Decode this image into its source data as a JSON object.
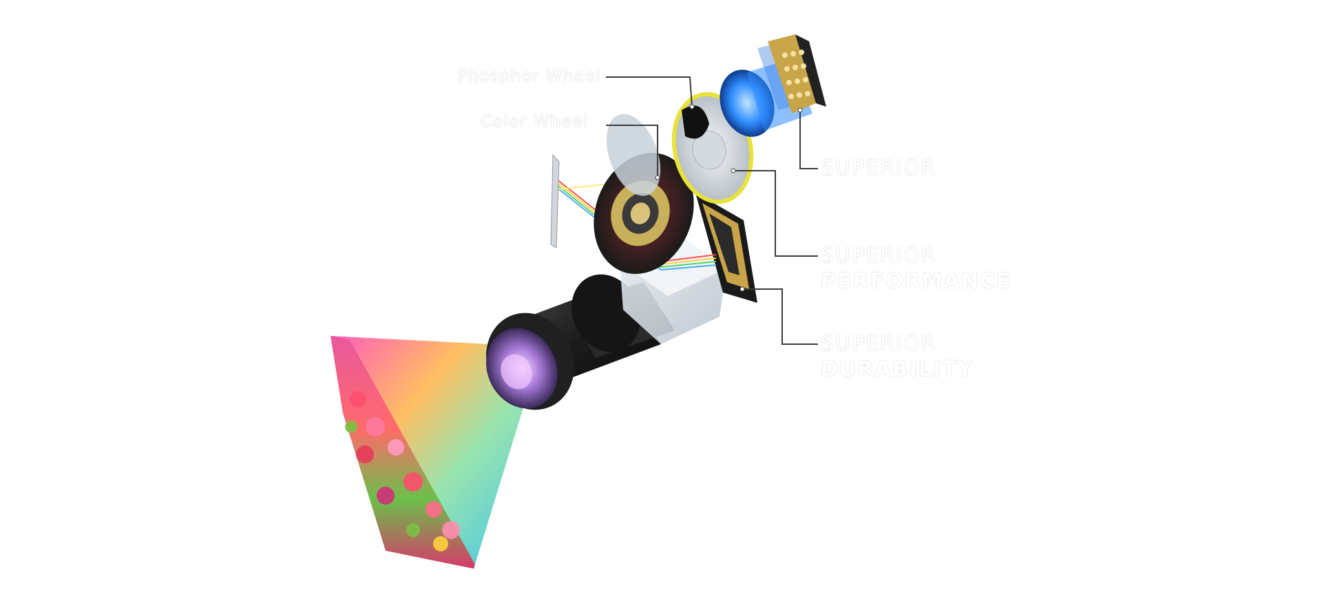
{
  "labels": {
    "phosphor_wheel": "Phosphor Wheel",
    "color_wheel": "Color Wheel",
    "superior_1_line1": "SUPERIOR",
    "superior_2_line1": "SUPERIOR",
    "superior_2_line2": "PERFORMANCE",
    "superior_3_line1": "SUPERIOR",
    "superior_3_line2": "DURABILITY"
  },
  "colors": {
    "label_text": "#ffffff",
    "leader_line": "#3a3a3a",
    "phosphor_ring": "#e8e23a",
    "laser_blue": "#2f8cff",
    "dmd_gold": "#c9a54a"
  }
}
